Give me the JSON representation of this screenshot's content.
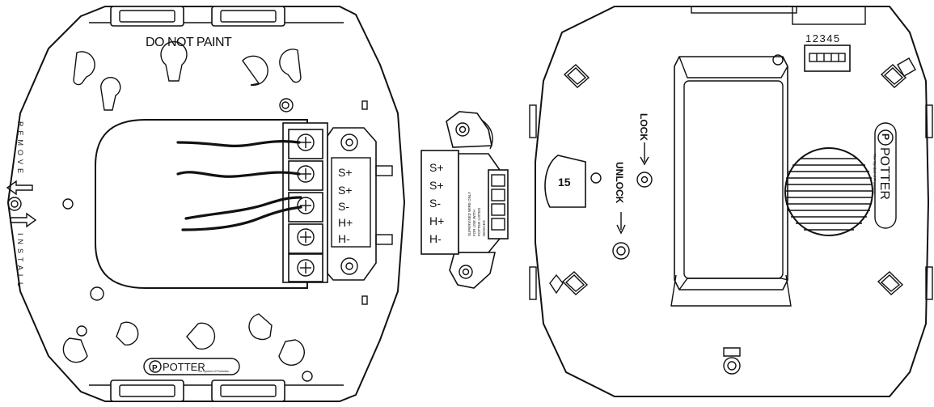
{
  "base_plate": {
    "top_text": "DO NOT PAINT",
    "remove_text": "REMOVE",
    "install_text": "INSTALL",
    "brand": "POTTER",
    "brand_tagline": "The Symbol of Protection",
    "terminal_labels": [
      "S+",
      "S+",
      "S-",
      "H+",
      "H-"
    ]
  },
  "connector": {
    "labels": [
      "S+",
      "S+",
      "S-",
      "H+",
      "H-"
    ],
    "rating_lines": [
      "SUPERVISED WIRE ONLY",
      "FOR USE WITH",
      "POTTER LISTED",
      "DEVICES"
    ]
  },
  "device": {
    "dip_numbers": "12345",
    "mark_number": "15",
    "lock_text": "LOCK",
    "unlock_text": "UNLOCK",
    "brand": "POTTER",
    "brand_tagline": "The Symbol of Protection",
    "logo_letter": "P"
  },
  "colors": {
    "line": "#111111",
    "background": "#ffffff"
  }
}
